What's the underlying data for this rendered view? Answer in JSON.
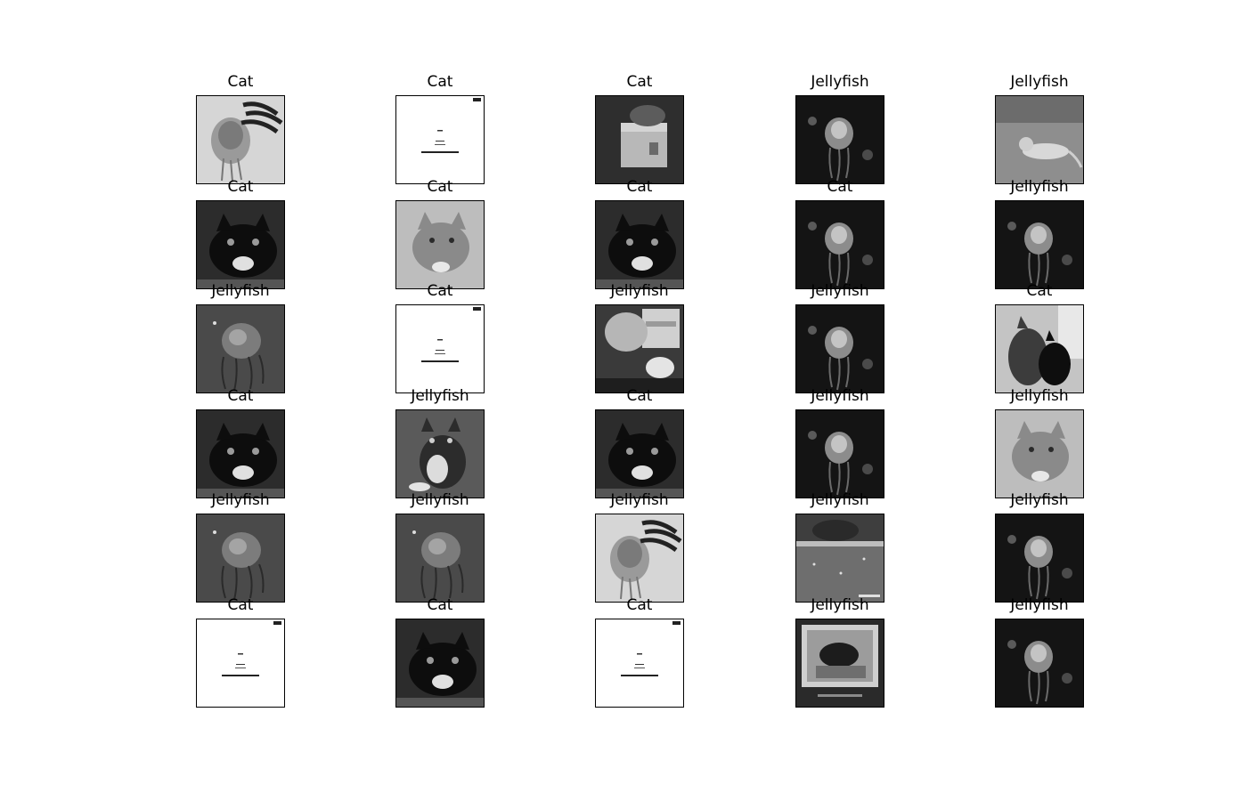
{
  "figure": {
    "rows": 6,
    "cols": 5,
    "images": [
      {
        "label": "Cat",
        "scene": "jellyfish-light"
      },
      {
        "label": "Cat",
        "scene": "blank-page"
      },
      {
        "label": "Cat",
        "scene": "cat-box"
      },
      {
        "label": "Jellyfish",
        "scene": "jellyfish-dark"
      },
      {
        "label": "Jellyfish",
        "scene": "cat-lying-light"
      },
      {
        "label": "Cat",
        "scene": "cat-dark"
      },
      {
        "label": "Cat",
        "scene": "cat-light"
      },
      {
        "label": "Cat",
        "scene": "cat-dark"
      },
      {
        "label": "Cat",
        "scene": "jellyfish-dark"
      },
      {
        "label": "Jellyfish",
        "scene": "jellyfish-dark"
      },
      {
        "label": "Jellyfish",
        "scene": "jellyfish-gray"
      },
      {
        "label": "Cat",
        "scene": "blank-page"
      },
      {
        "label": "Jellyfish",
        "scene": "cat-window"
      },
      {
        "label": "Jellyfish",
        "scene": "jellyfish-dark"
      },
      {
        "label": "Cat",
        "scene": "cat-pair"
      },
      {
        "label": "Cat",
        "scene": "cat-dark"
      },
      {
        "label": "Jellyfish",
        "scene": "cat-sitting"
      },
      {
        "label": "Cat",
        "scene": "cat-dark"
      },
      {
        "label": "Jellyfish",
        "scene": "jellyfish-dark"
      },
      {
        "label": "Jellyfish",
        "scene": "cat-light"
      },
      {
        "label": "Jellyfish",
        "scene": "jellyfish-gray"
      },
      {
        "label": "Jellyfish",
        "scene": "jellyfish-gray"
      },
      {
        "label": "Jellyfish",
        "scene": "jellyfish-light"
      },
      {
        "label": "Jellyfish",
        "scene": "cat-water"
      },
      {
        "label": "Jellyfish",
        "scene": "jellyfish-dark"
      },
      {
        "label": "Cat",
        "scene": "blank-page"
      },
      {
        "label": "Cat",
        "scene": "cat-dark"
      },
      {
        "label": "Cat",
        "scene": "blank-page"
      },
      {
        "label": "Jellyfish",
        "scene": "cat-framed"
      },
      {
        "label": "Jellyfish",
        "scene": "jellyfish-dark"
      }
    ]
  }
}
